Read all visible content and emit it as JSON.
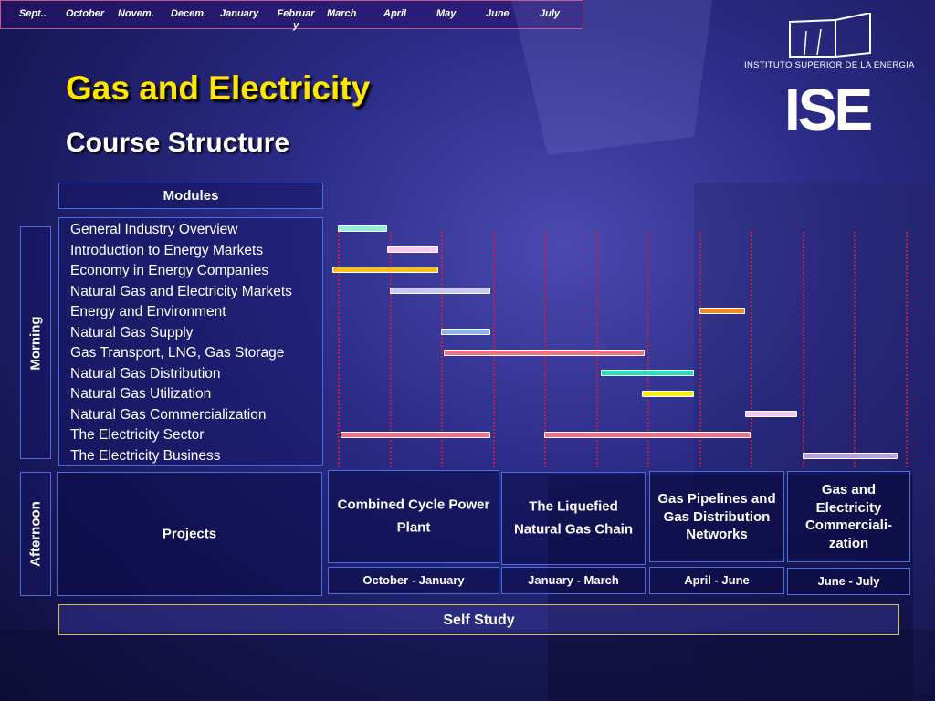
{
  "title": "Gas and Electricity",
  "subtitle": "Course Structure",
  "logo": {
    "institute": "INSTITUTO SUPERIOR DE LA ENERGIA",
    "acronym": "ISE"
  },
  "modules_header": "Modules",
  "months": [
    "Sept..",
    "October",
    "Novem.",
    "Decem.",
    "January",
    "Februar y",
    "March",
    "April",
    "May",
    "June",
    "July"
  ],
  "morning_label": "Morning",
  "afternoon_label": "Afternoon",
  "modules": [
    {
      "name": "General Industry Overview",
      "start": 0.0,
      "end": 0.95,
      "color": "#8ff0d8"
    },
    {
      "name": "Introduction to Energy Markets",
      "start": 0.95,
      "end": 1.95,
      "color": "#f7c8f2"
    },
    {
      "name": "Economy in Energy Companies",
      "start": -0.1,
      "end": 1.95,
      "color": "#f5c21a"
    },
    {
      "name": "Natural Gas and Electricity Markets",
      "start": 1.0,
      "end": 2.95,
      "color": "#c8c8f4"
    },
    {
      "name": "Energy and Environment",
      "start": 7.0,
      "end": 7.9,
      "color": "#f08c1c"
    },
    {
      "name": "Natural Gas Supply",
      "start": 2.0,
      "end": 2.95,
      "color": "#8cb4f4"
    },
    {
      "name": "Gas Transport, LNG, Gas Storage",
      "start": 2.05,
      "end": 5.95,
      "color": "#f0708c"
    },
    {
      "name": "Natural Gas Distribution",
      "start": 5.1,
      "end": 6.9,
      "color": "#28e0c0"
    },
    {
      "name": "Natural Gas Utilization",
      "start": 5.9,
      "end": 6.9,
      "color": "#f5ee1a"
    },
    {
      "name": "Natural Gas Commercialization",
      "start": 7.9,
      "end": 8.9,
      "color": "#f7c8f2"
    },
    {
      "name": "The Electricity Sector",
      "start": 0.05,
      "end": 2.95,
      "color": "#f0708c",
      "start2": 4.0,
      "end2": 8.0
    },
    {
      "name": "The Electricity Business",
      "start": 9.0,
      "end": 10.85,
      "color": "#b8a0e8"
    }
  ],
  "projects_label": "Projects",
  "projects": [
    {
      "name": "Combined Cycle Power Plant",
      "period": "October - January"
    },
    {
      "name": "The Liquefied Natural Gas Chain",
      "period": "January - March"
    },
    {
      "name": "Gas Pipelines and Gas Distribution Networks",
      "period": "April - June"
    },
    {
      "name": "Gas and Electricity Commerciali-zation",
      "period": "June - July"
    }
  ],
  "self_study": "Self Study"
}
